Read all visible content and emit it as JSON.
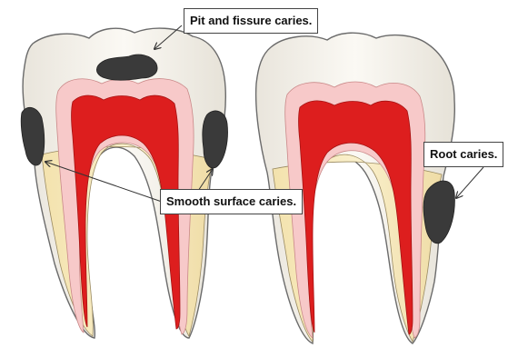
{
  "labels": {
    "pit_fissure": "Pit and fissure caries.",
    "smooth_surface": "Smooth surface caries.",
    "root": "Root caries."
  },
  "colors": {
    "enamel": "#f5f2ea",
    "dentin_root": "#f3e6b8",
    "pulp_outer": "#f7c9c9",
    "pulp_core": "#dd1e1e",
    "caries": "#3a3a3a",
    "outline": "#6b6b6b"
  }
}
